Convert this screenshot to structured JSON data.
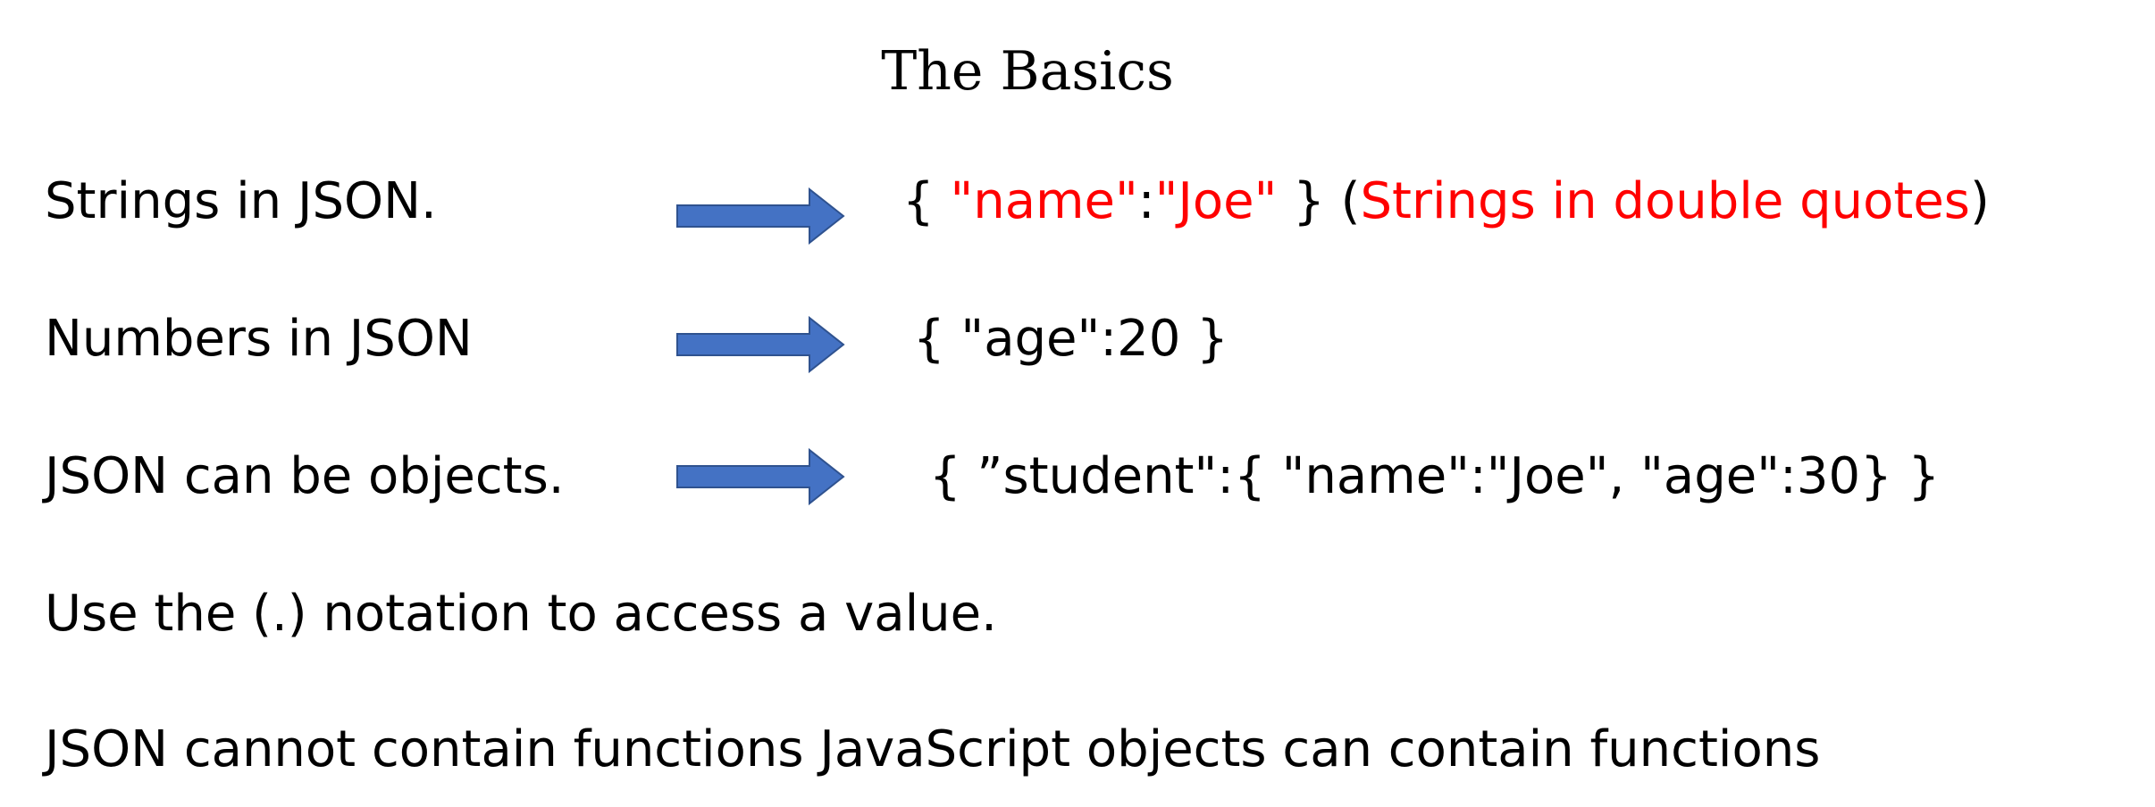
{
  "title": "The Basics",
  "rows": [
    {
      "label": "Strings in JSON.",
      "code_parts": [
        "{ ",
        "\"name\"",
        ":",
        "\"Joe\"",
        " } (",
        "Strings in double quotes",
        ")"
      ]
    },
    {
      "label": "Numbers in JSON",
      "code": "{ \"age\":20 }"
    },
    {
      "label": "JSON can be objects.",
      "code": "{ ”student\":{ \"name\":\"Joe\", \"age\":30}  }"
    }
  ],
  "notes": [
    "Use the (.) notation to access a value.",
    "JSON cannot contain functions JavaScript objects can contain functions"
  ],
  "colors": {
    "arrow_fill": "#4472c4",
    "arrow_stroke": "#2f528f",
    "highlight": "#ff0000"
  },
  "icons": {
    "arrow": "right-arrow-icon"
  }
}
